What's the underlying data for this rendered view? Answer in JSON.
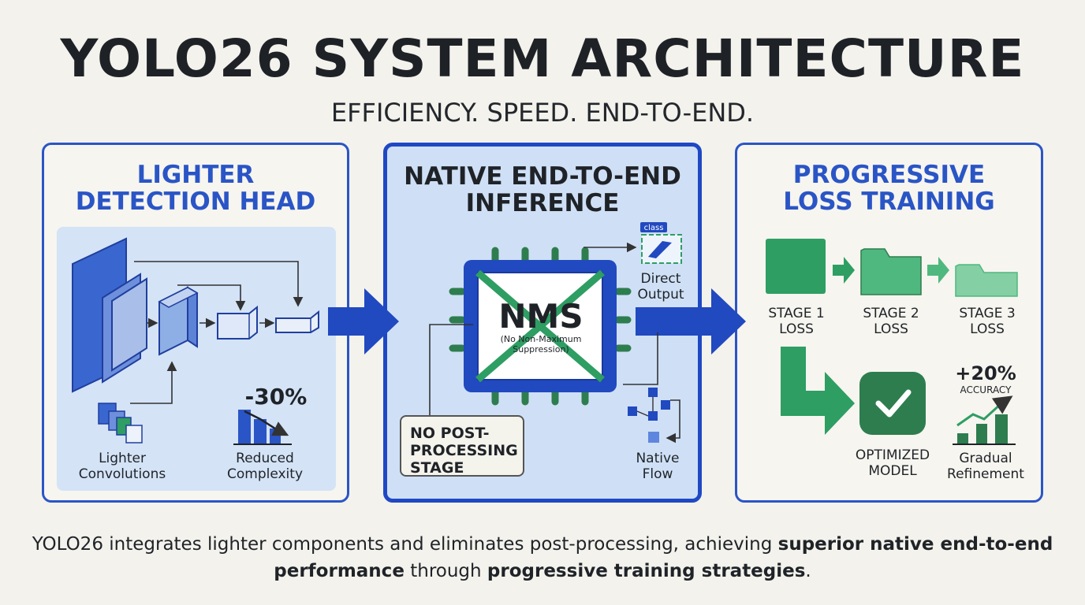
{
  "header": {
    "title": "YOLO26 SYSTEM ARCHITECTURE",
    "subtitle": "EFFICIENCY. SPEED. END-TO-END."
  },
  "panels": {
    "left": {
      "title_line1": "LIGHTER",
      "title_line2": "DETECTION HEAD",
      "lighter_conv_line1": "Lighter",
      "lighter_conv_line2": "Convolutions",
      "reduction_value": "-30%",
      "reduced_line1": "Reduced",
      "reduced_line2": "Complexity"
    },
    "middle": {
      "title_line1": "NATIVE END-TO-END",
      "title_line2": "INFERENCE",
      "chip_label": "NMS",
      "chip_sublabel_line1": "(No Non-Maximum",
      "chip_sublabel_line2": "Suppression)",
      "class_tag": "class",
      "direct_line1": "Direct",
      "direct_line2": "Output",
      "no_post_line1": "NO POST-",
      "no_post_line2": "PROCESSING",
      "no_post_line3": "STAGE",
      "native_line1": "Native",
      "native_line2": "Flow"
    },
    "right": {
      "title_line1": "PROGRESSIVE",
      "title_line2": "LOSS TRAINING",
      "stage1_line1": "STAGE 1",
      "stage1_line2": "LOSS",
      "stage2_line1": "STAGE 2",
      "stage2_line2": "LOSS",
      "stage3_line1": "STAGE 3",
      "stage3_line2": "LOSS",
      "optimized_line1": "OPTIMIZED",
      "optimized_line2": "MODEL",
      "accuracy_value": "+20%",
      "accuracy_label": "ACCURACY",
      "gradual_line1": "Gradual",
      "gradual_line2": "Refinement"
    }
  },
  "footer": {
    "part1": "YOLO26 integrates lighter components and eliminates post-processing, achieving ",
    "bold1": "superior native end-to-end performance",
    "part2": " through ",
    "bold2": "progressive training strategies",
    "part3": "."
  },
  "colors": {
    "blue": "#2a55c6",
    "green": "#2e9e63",
    "panel_bg": "#d4e3f6",
    "text": "#1f2328"
  },
  "icons": [
    "layer-stack-icon",
    "arrow-right-icon",
    "chip-icon",
    "check-icon",
    "bar-chart-icon",
    "flow-icon",
    "folder-icon"
  ]
}
